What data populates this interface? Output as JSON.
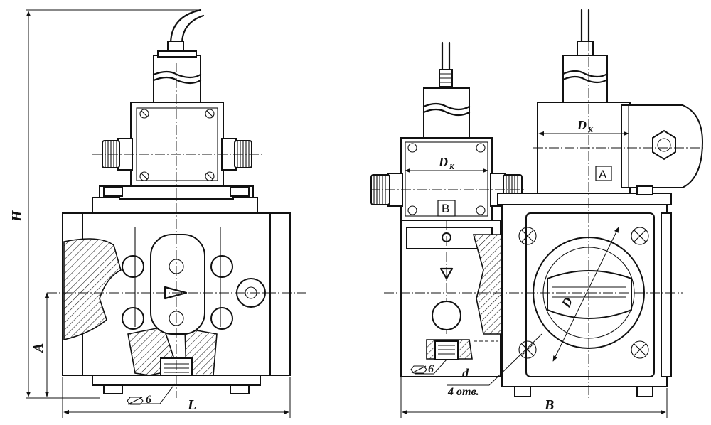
{
  "dimensions": {
    "height": "H",
    "axis_height": "A",
    "length": "L",
    "width": "B",
    "nominal_bore_left": "D",
    "nominal_bore_left_sub": "К",
    "nominal_bore_right": "D",
    "nominal_bore_right_sub": "К",
    "flange_diameter": "D",
    "hole_diameter": "d",
    "holes_count": "4 отв."
  },
  "markers": {
    "coil_a": "A",
    "coil_b": "B",
    "hex_left": "6",
    "hex_right": "6"
  }
}
